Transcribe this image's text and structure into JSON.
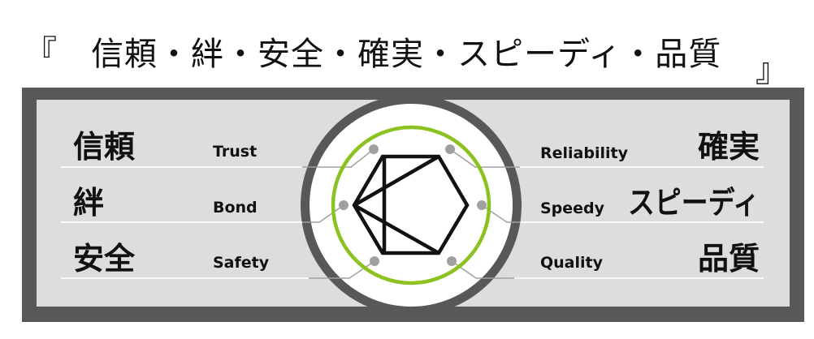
{
  "header": {
    "open_bracket": "『",
    "title": "信頼・絆・安全・確実・スピーディ・品質",
    "close_bracket": "』"
  },
  "left_items": [
    {
      "jp": "信頼",
      "en": "Trust"
    },
    {
      "jp": "絆",
      "en": "Bond"
    },
    {
      "jp": "安全",
      "en": "Safety"
    }
  ],
  "right_items": [
    {
      "jp": "確実",
      "en": "Reliability"
    },
    {
      "jp": "スピーディ",
      "en": "Speedy"
    },
    {
      "jp": "品質",
      "en": "Quality"
    }
  ],
  "colors": {
    "frame": "#595757",
    "panel": "#dcdddd",
    "ring": "#8cc21f",
    "dot": "#9fa0a0",
    "line": "#9fa0a0"
  }
}
